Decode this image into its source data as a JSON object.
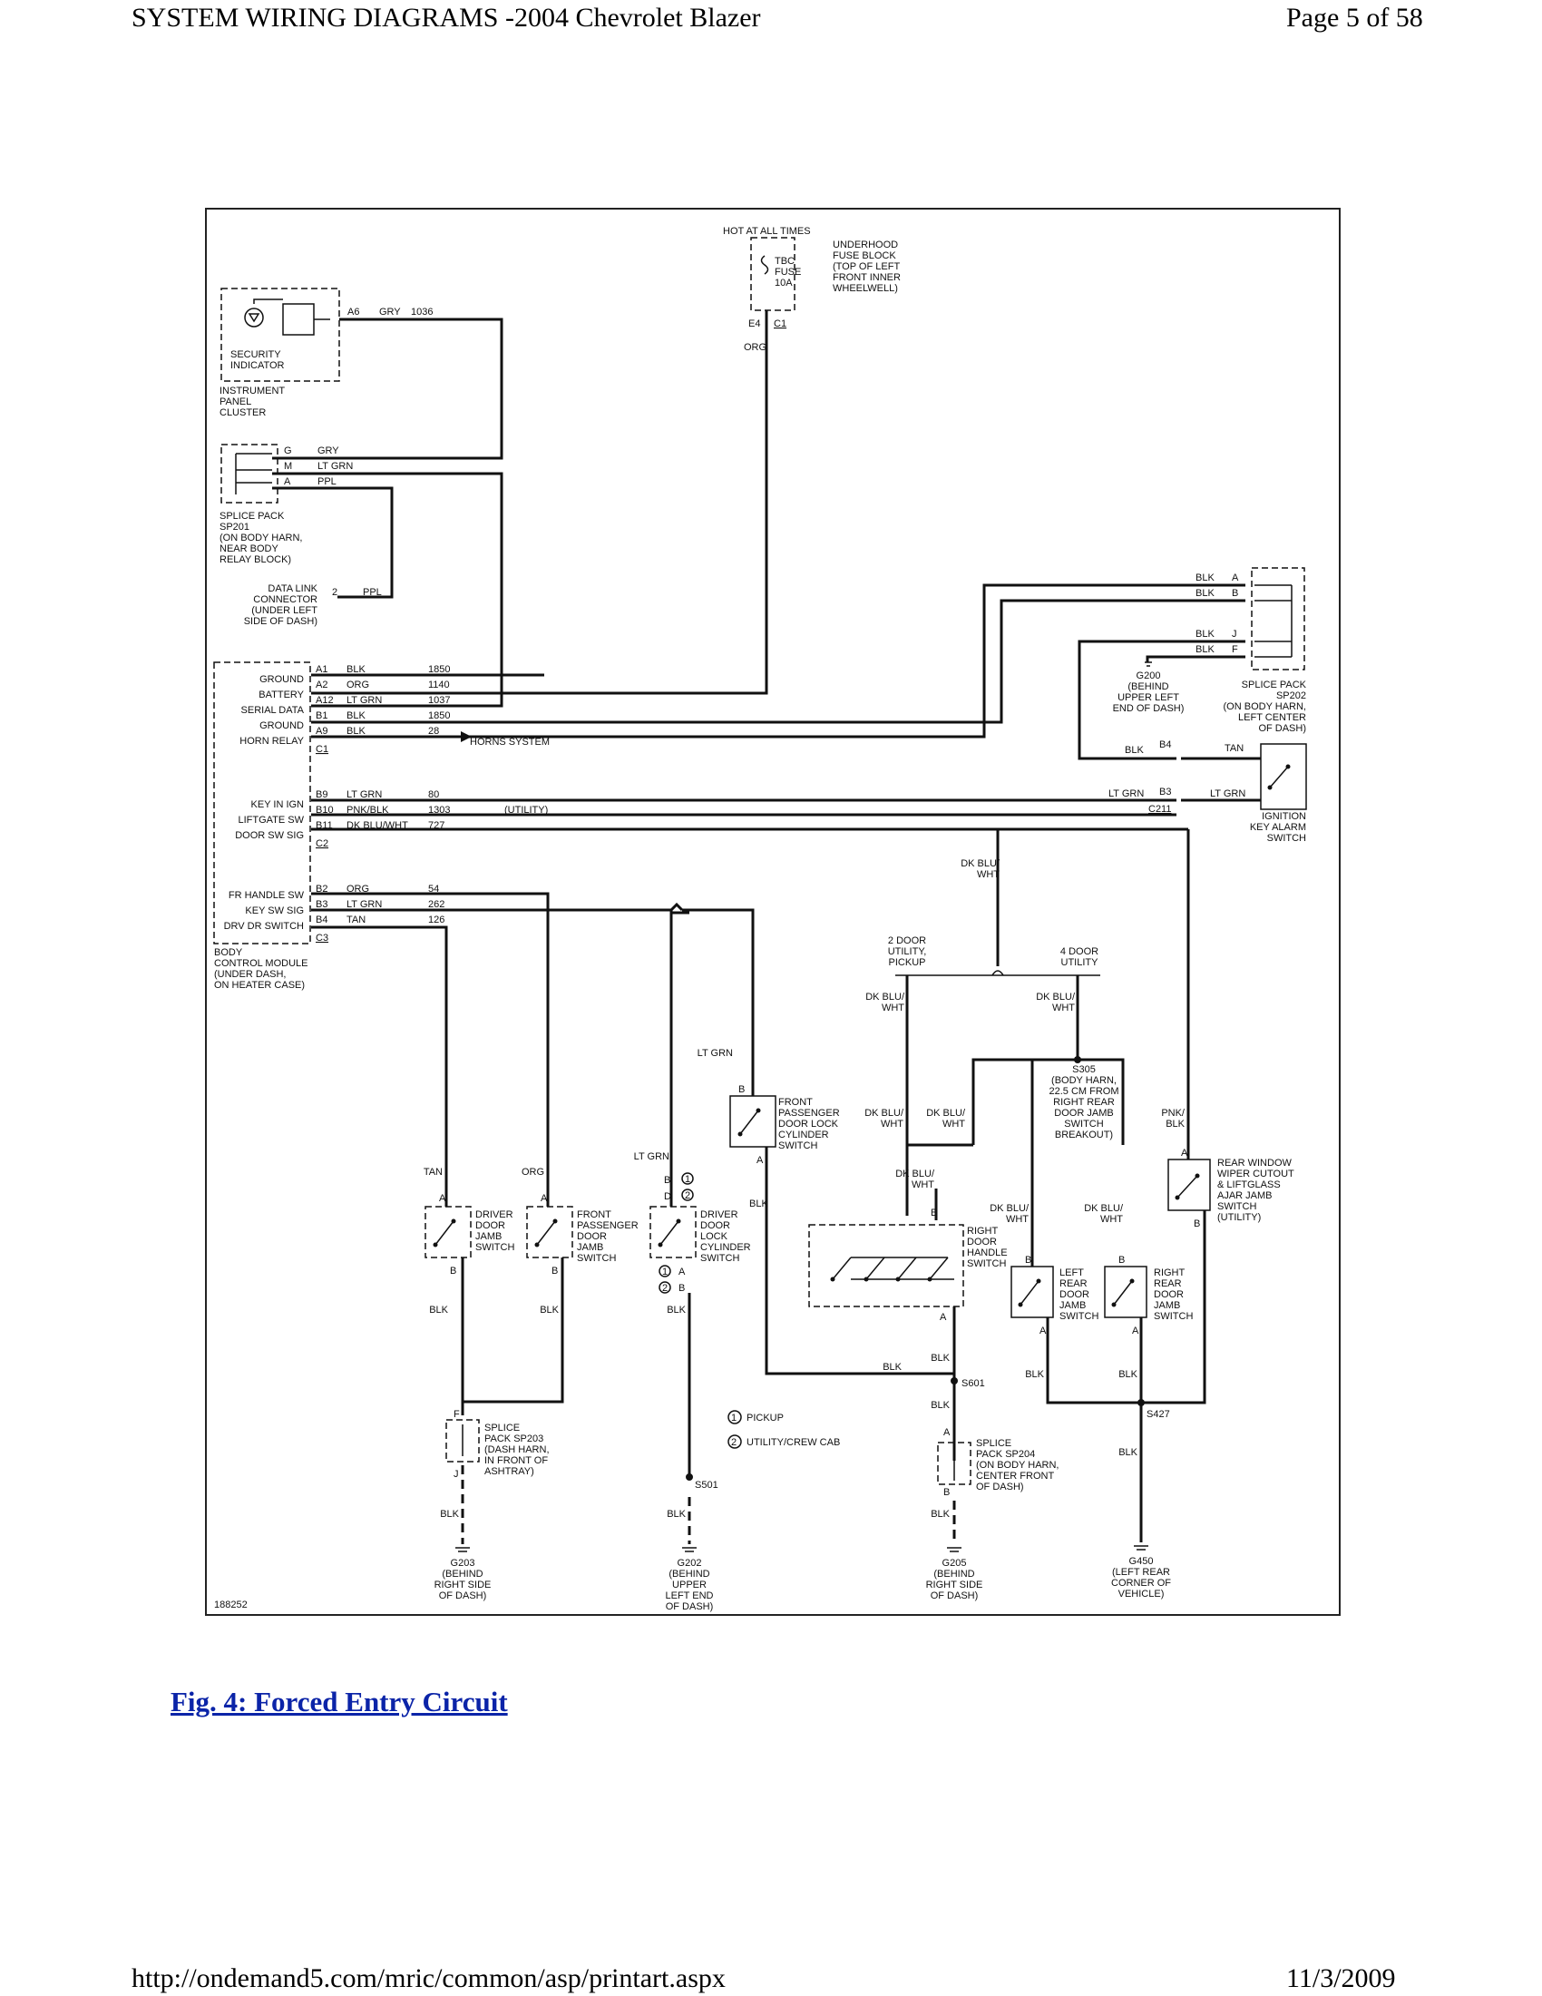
{
  "header": {
    "title": "SYSTEM WIRING DIAGRAMS -2004 Chevrolet Blazer",
    "page": "Page 5 of 58"
  },
  "footer": {
    "url": "http://ondemand5.com/mric/common/asp/printart.aspx",
    "date": "11/3/2009"
  },
  "figure": {
    "caption": "Fig. 4: Forced Entry Circuit",
    "number": "188252"
  },
  "diagram": {
    "hot_at_all_times": "HOT AT ALL TIMES",
    "fuse": [
      "TBC",
      "FUSE",
      "10A"
    ],
    "fuse_block": [
      "UNDERHOOD",
      "FUSE BLOCK",
      "(TOP OF LEFT",
      "FRONT INNER",
      "WHEELWELL)"
    ],
    "fuse_pin": "E4",
    "fuse_conn": "C1",
    "fuse_wire": "ORG",
    "security_indicator": [
      "SECURITY",
      "INDICATOR"
    ],
    "instrument_panel_cluster": [
      "INSTRUMENT",
      "PANEL",
      "CLUSTER"
    ],
    "ipc_pin": "A6",
    "ipc_wire": "GRY",
    "ipc_circuit": "1036",
    "sp201_pins": [
      "G",
      "M",
      "A"
    ],
    "sp201_wires": [
      "GRY",
      "LT GRN",
      "PPL"
    ],
    "sp201": [
      "SPLICE PACK",
      "SP201",
      "(ON BODY HARN,",
      "NEAR BODY",
      "RELAY BLOCK)"
    ],
    "dlc": [
      "DATA LINK",
      "CONNECTOR",
      "(UNDER LEFT",
      "SIDE OF DASH)"
    ],
    "dlc_pin": "2",
    "dlc_wire": "PPL",
    "bcm_c1": {
      "labels": [
        "GROUND",
        "BATTERY",
        "SERIAL DATA",
        "GROUND",
        "HORN RELAY"
      ],
      "pins": [
        "A1",
        "A2",
        "A12",
        "B1",
        "A9"
      ],
      "wires": [
        "BLK",
        "ORG",
        "LT GRN",
        "BLK",
        "BLK"
      ],
      "circuits": [
        "1850",
        "1140",
        "1037",
        "1850",
        "28"
      ],
      "conn": "C1"
    },
    "horns_system": "HORNS SYSTEM",
    "bcm_c2": {
      "labels": [
        "KEY IN IGN",
        "LIFTGATE SW",
        "DOOR SW SIG"
      ],
      "pins": [
        "B9",
        "B10",
        "B11"
      ],
      "wires": [
        "LT GRN",
        "PNK/BLK",
        "DK BLU/WHT"
      ],
      "circuits": [
        "80",
        "1303",
        "727"
      ],
      "conn": "C2",
      "utility": "(UTILITY)"
    },
    "bcm_c3": {
      "labels": [
        "FR HANDLE SW",
        "KEY SW SIG",
        "DRV DR SWITCH"
      ],
      "pins": [
        "B2",
        "B3",
        "B4"
      ],
      "wires": [
        "ORG",
        "LT GRN",
        "TAN"
      ],
      "circuits": [
        "54",
        "262",
        "126"
      ],
      "conn": "C3"
    },
    "bcm": [
      "BODY",
      "CONTROL MODULE",
      "(UNDER DASH,",
      "ON HEATER CASE)"
    ],
    "sp202_pins": [
      "A",
      "B",
      "J",
      "F"
    ],
    "sp202_wires": [
      "BLK",
      "BLK",
      "BLK",
      "BLK"
    ],
    "sp202": [
      "SPLICE PACK",
      "SP202",
      "(ON BODY HARN,",
      "LEFT CENTER",
      "OF DASH)"
    ],
    "g200": [
      "G200",
      "(BEHIND",
      "UPPER LEFT",
      "END OF DASH)"
    ],
    "key_alarm": {
      "pins": [
        "B4",
        "B3"
      ],
      "wires_left": [
        "BLK",
        "LT GRN"
      ],
      "wire_right_top": "TAN",
      "wire_right_bottom": "LT GRN",
      "conn": "C211",
      "name": [
        "IGNITION",
        "KEY ALARM",
        "SWITCH"
      ]
    },
    "dk_blu_wht_main": [
      "DK BLU/",
      "WHT"
    ],
    "door_2": [
      "2 DOOR",
      "UTILITY,",
      "PICKUP"
    ],
    "door_4": [
      "4 DOOR",
      "UTILITY"
    ],
    "dk_blu_wht_2": [
      "DK BLU/",
      "WHT"
    ],
    "dk_blu_wht_4": [
      "DK BLU/",
      "WHT"
    ],
    "s305": [
      "S305",
      "(BODY HARN,",
      "22.5 CM FROM",
      "RIGHT REAR",
      "DOOR JAMB",
      "SWITCH",
      "BREAKOUT)"
    ],
    "dk_blu_wht_a": [
      "DK BLU/",
      "WHT"
    ],
    "dk_blu_wht_b": [
      "DK BLU/",
      "WHT"
    ],
    "dk_blu_wht_c": [
      "DK BLU/",
      "WHT"
    ],
    "dk_blu_wht_d": [
      "DK BLU/",
      "WHT"
    ],
    "dk_blu_wht_e": [
      "DK BLU/",
      "WHT"
    ],
    "pnk_blk": [
      "PNK/",
      "BLK"
    ],
    "rear_window": [
      "REAR WINDOW",
      "WIPER CUTOUT",
      "& LIFTGLASS",
      "AJAR JAMB",
      "SWITCH",
      "(UTILITY)"
    ],
    "fp_lock_cyl": [
      "FRONT",
      "PASSENGER",
      "DOOR LOCK",
      "CYLINDER",
      "SWITCH"
    ],
    "lt_grn_top": "LT GRN",
    "lt_grn_mid": "LT GRN",
    "tan": "TAN",
    "org": "ORG",
    "driver_jamb": [
      "DRIVER",
      "DOOR",
      "JAMB",
      "SWITCH"
    ],
    "fp_jamb": [
      "FRONT",
      "PASSENGER",
      "DOOR",
      "JAMB",
      "SWITCH"
    ],
    "driver_lock_cyl": [
      "DRIVER",
      "DOOR",
      "LOCK",
      "CYLINDER",
      "SWITCH"
    ],
    "right_handle": [
      "RIGHT",
      "DOOR",
      "HANDLE",
      "SWITCH"
    ],
    "left_rear_jamb": [
      "LEFT",
      "REAR",
      "DOOR",
      "JAMB",
      "SWITCH"
    ],
    "right_rear_jamb": [
      "RIGHT",
      "REAR",
      "DOOR",
      "JAMB",
      "SWITCH"
    ],
    "pin_a": "A",
    "pin_b": "B",
    "pin_d": "D",
    "pin_f": "F",
    "pin_j": "J",
    "blk": "BLK",
    "circle1": "1",
    "circle2": "2",
    "pickup": "PICKUP",
    "crew_cab": "UTILITY/CREW CAB",
    "sp203": [
      "SPLICE",
      "PACK SP203",
      "(DASH HARN,",
      "IN FRONT OF",
      "ASHTRAY)"
    ],
    "sp204": [
      "SPLICE",
      "PACK SP204",
      "(ON BODY HARN,",
      "CENTER FRONT",
      "OF DASH)"
    ],
    "s501": "S501",
    "s601": "S601",
    "s427": "S427",
    "g203": [
      "G203",
      "(BEHIND",
      "RIGHT SIDE",
      "OF DASH)"
    ],
    "g202": [
      "G202",
      "(BEHIND",
      "UPPER",
      "LEFT END",
      "OF DASH)"
    ],
    "g205": [
      "G205",
      "(BEHIND",
      "RIGHT SIDE",
      "OF DASH)"
    ],
    "g450": [
      "G450",
      "(LEFT REAR",
      "CORNER OF",
      "VEHICLE)"
    ]
  }
}
